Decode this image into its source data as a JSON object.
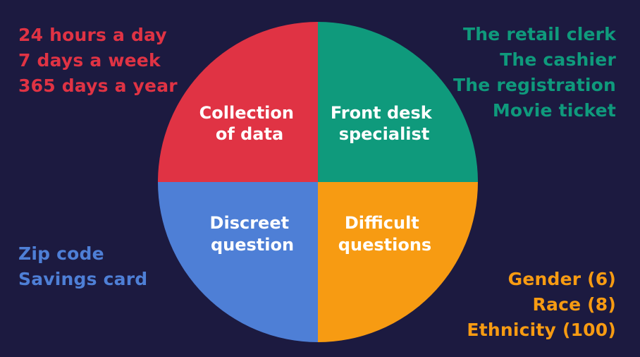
{
  "colors": {
    "background": "#1c1a40",
    "red": "#e03344",
    "green": "#0f9a7c",
    "blue": "#4e7fd6",
    "orange": "#f79b12",
    "label_text": "#ffffff"
  },
  "quadrants": {
    "top_left": {
      "lines": [
        "Collection",
        "of data"
      ]
    },
    "top_right": {
      "lines": [
        "Front desk",
        "specialist"
      ]
    },
    "bottom_left": {
      "lines": [
        "Discreet",
        "question"
      ]
    },
    "bottom_right": {
      "lines": [
        "Difficult",
        "questions"
      ]
    }
  },
  "lists": {
    "top_left": [
      "24 hours a day",
      "7 days a week",
      "365 days a year"
    ],
    "top_right": [
      "The retail clerk",
      "The cashier",
      "The registration",
      "Movie ticket"
    ],
    "bottom_left": [
      "Zip code",
      "Savings card"
    ],
    "bottom_right": [
      "Gender (6)",
      "Race (8)",
      "Ethnicity (100)"
    ]
  }
}
